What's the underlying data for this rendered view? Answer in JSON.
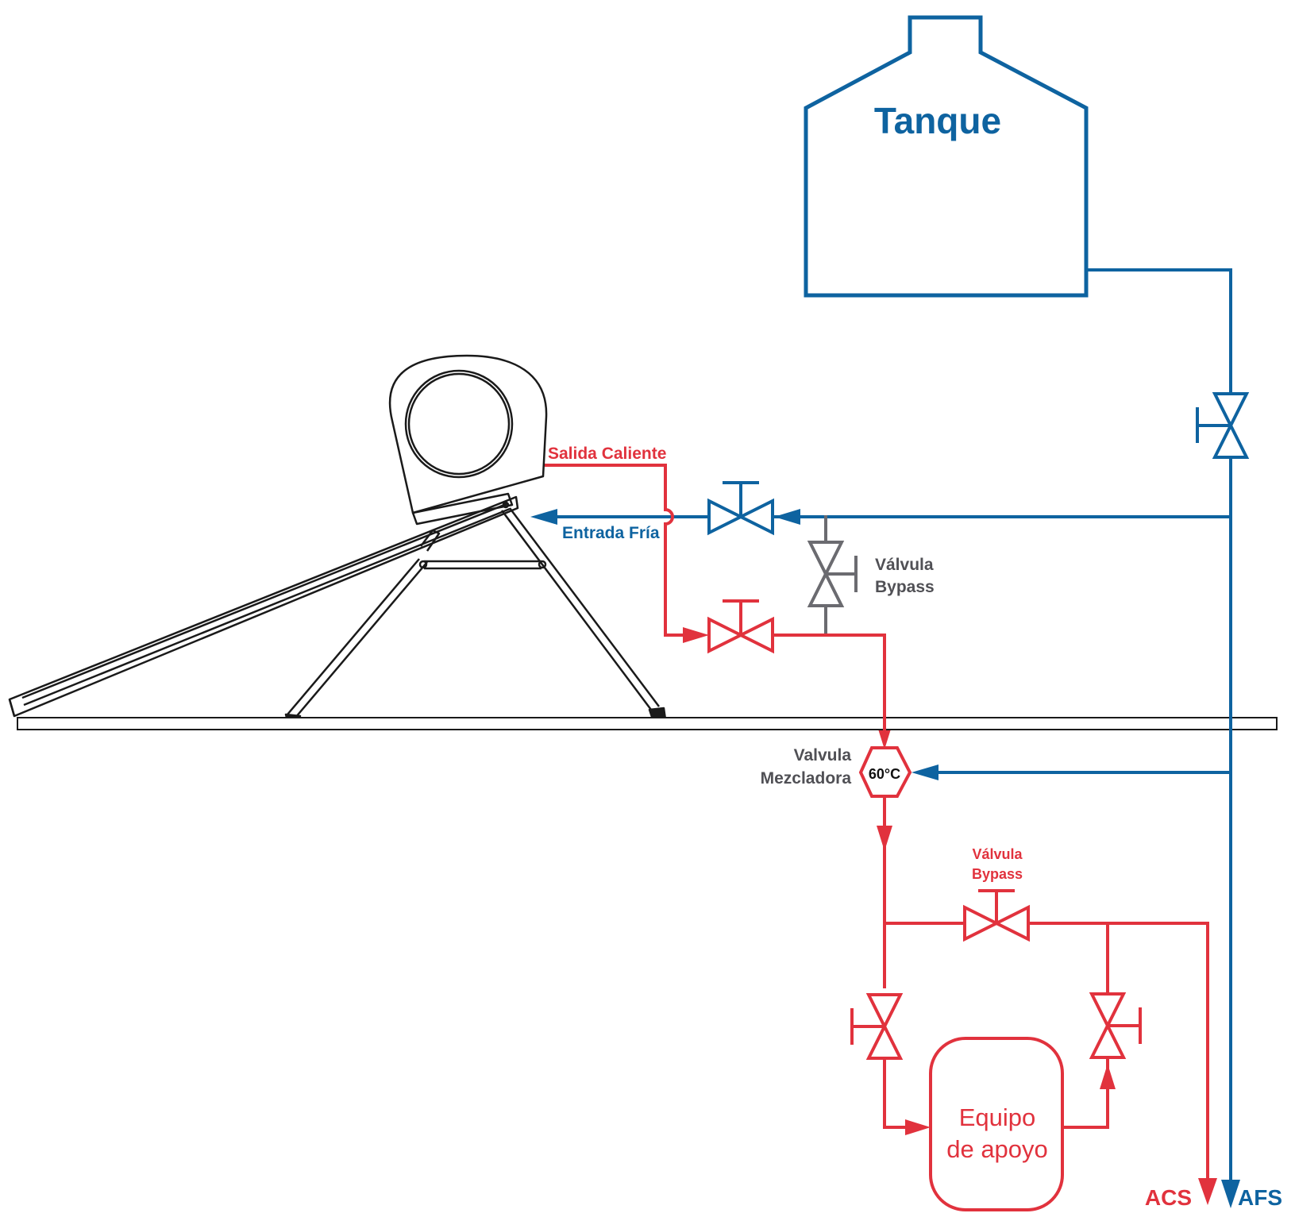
{
  "labels": {
    "tank": "Tanque",
    "hot_outlet": "Salida Caliente",
    "cold_inlet": "Entrada Fría",
    "bypass_top_line1": "Válvula",
    "bypass_top_line2": "Bypass",
    "mixer_line1": "Valvula",
    "mixer_line2": "Mezcladora",
    "mixer_temp": "60°C",
    "bypass_bottom_line1": "Válvula",
    "bypass_bottom_line2": "Bypass",
    "backup_line1": "Equipo",
    "backup_line2": "de apoyo",
    "acs": "ACS",
    "afs": "AFS"
  },
  "colors": {
    "cold_water": "#0e63a0",
    "hot_water": "#e1323d",
    "bypass": "#6b6b70",
    "structure": "#1a1a1a"
  }
}
